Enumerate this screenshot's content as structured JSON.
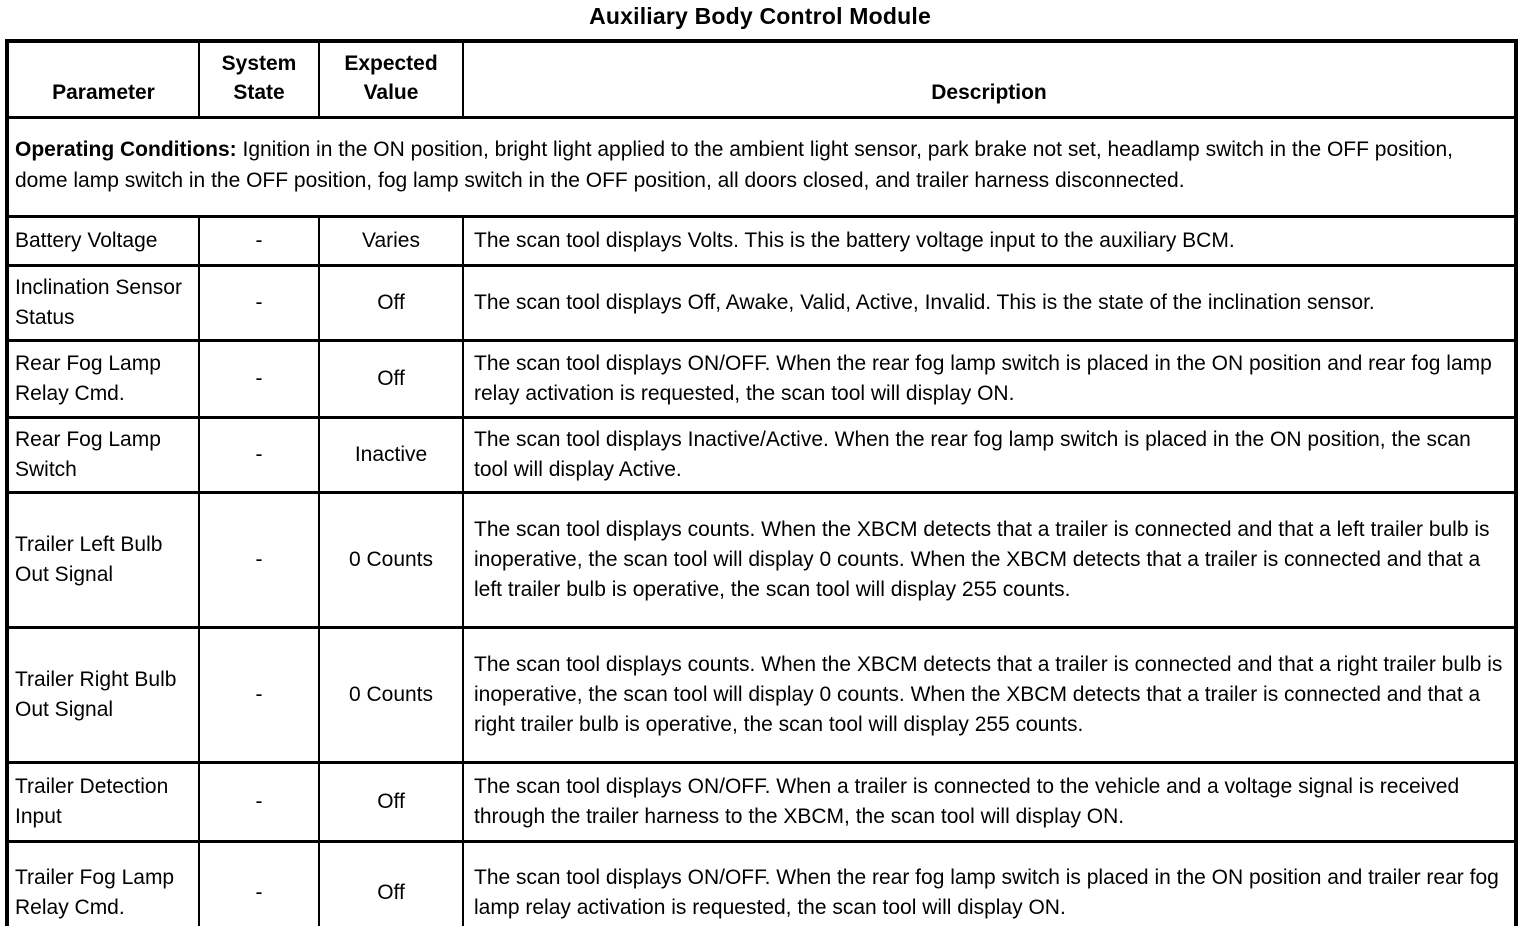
{
  "title": "Auxiliary Body Control Module",
  "table": {
    "headers": {
      "parameter": "Parameter",
      "system_state": "System State",
      "expected_value": "Expected Value",
      "description": "Description"
    },
    "operating_conditions": {
      "label": "Operating Conditions:",
      "text": " Ignition in the ON position, bright light applied to the ambient light sensor, park brake not set, headlamp switch in the OFF position, dome lamp switch in the OFF position, fog lamp switch in the OFF position, all doors closed, and trailer harness disconnected."
    },
    "rows": [
      {
        "parameter": "Battery Voltage",
        "system_state": "-",
        "expected_value": "Varies",
        "description": "The scan tool displays Volts. This is the battery voltage input to the auxiliary BCM."
      },
      {
        "parameter": "Inclination Sensor Status",
        "system_state": "-",
        "expected_value": "Off",
        "description": "The scan tool displays Off, Awake, Valid, Active, Invalid. This is the state of the inclination sensor."
      },
      {
        "parameter": "Rear Fog Lamp Relay Cmd.",
        "system_state": "-",
        "expected_value": "Off",
        "description": "The scan tool displays ON/OFF. When the rear fog lamp switch is placed in the ON position and rear fog lamp relay activation is requested, the scan tool will display ON."
      },
      {
        "parameter": "Rear Fog Lamp Switch",
        "system_state": "-",
        "expected_value": "Inactive",
        "description": "The scan tool displays Inactive/Active. When the rear fog lamp switch is placed in the ON position, the scan tool will display Active."
      },
      {
        "parameter": "Trailer Left Bulb Out Signal",
        "system_state": "-",
        "expected_value": "0 Counts",
        "description": "The scan tool displays counts. When the XBCM detects that a trailer is connected and that a left trailer bulb is inoperative, the scan tool will display 0 counts. When the XBCM detects that a trailer is connected and that a left trailer bulb is operative, the scan tool will display 255 counts."
      },
      {
        "parameter": "Trailer Right Bulb Out Signal",
        "system_state": "-",
        "expected_value": "0 Counts",
        "description": "The scan tool displays counts. When the XBCM detects that a trailer is connected and that a right trailer bulb is inoperative, the scan tool will display 0 counts. When the XBCM detects that a trailer is connected and that a right trailer bulb is operative, the scan tool will display 255 counts."
      },
      {
        "parameter": "Trailer Detection Input",
        "system_state": "-",
        "expected_value": "Off",
        "description": "The scan tool displays ON/OFF. When a trailer is connected to the vehicle and a voltage signal is received through the trailer harness to the XBCM, the scan tool will display ON."
      },
      {
        "parameter": "Trailer Fog Lamp Relay Cmd.",
        "system_state": "-",
        "expected_value": "Off",
        "description": "The scan tool displays ON/OFF. When the rear fog lamp switch is placed in the ON position and trailer rear fog lamp relay activation is requested, the scan tool will display ON."
      }
    ]
  }
}
